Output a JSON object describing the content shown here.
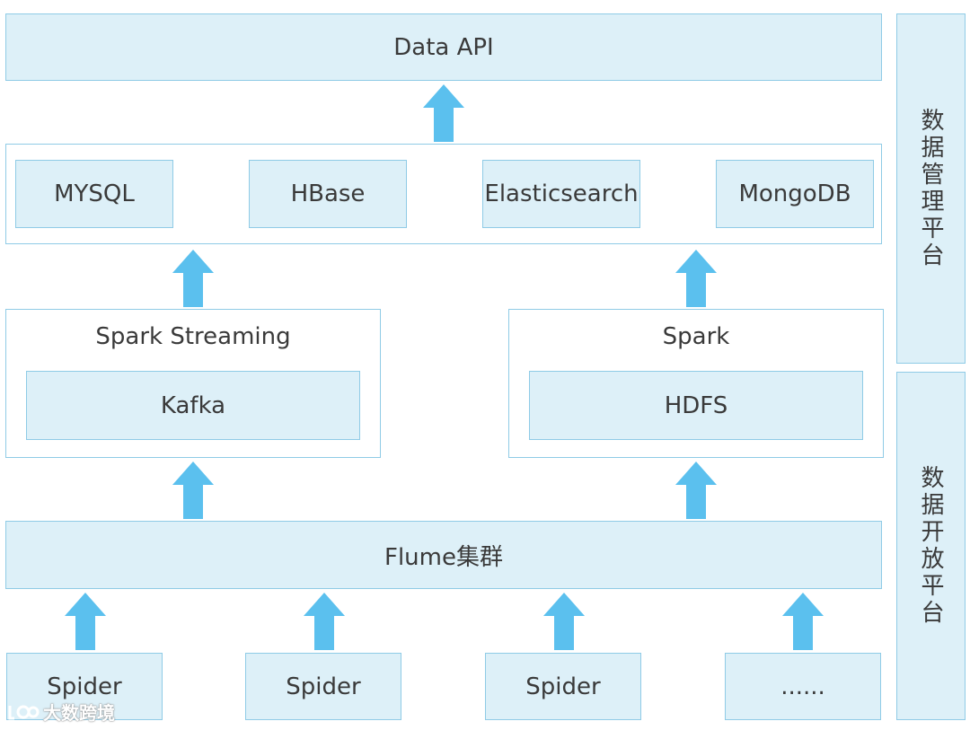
{
  "top": {
    "data_api": "Data API"
  },
  "storage": {
    "items": [
      "MYSQL",
      "HBase",
      "Elasticsearch",
      "MongoDB"
    ]
  },
  "streaming": {
    "title": "Spark Streaming",
    "inner": "Kafka"
  },
  "batch": {
    "title": "Spark",
    "inner": "HDFS"
  },
  "flume": {
    "label": "Flume集群"
  },
  "sources": {
    "items": [
      "Spider",
      "Spider",
      "Spider",
      "......"
    ]
  },
  "side": {
    "management": "数据管理平台",
    "open": "数据开放平台"
  },
  "watermark": {
    "text": "大数跨境"
  },
  "colors": {
    "fill": "#ddf0f8",
    "border": "#8fcbe6",
    "arrow": "#5bc0ee",
    "text": "#3a3a3a"
  }
}
